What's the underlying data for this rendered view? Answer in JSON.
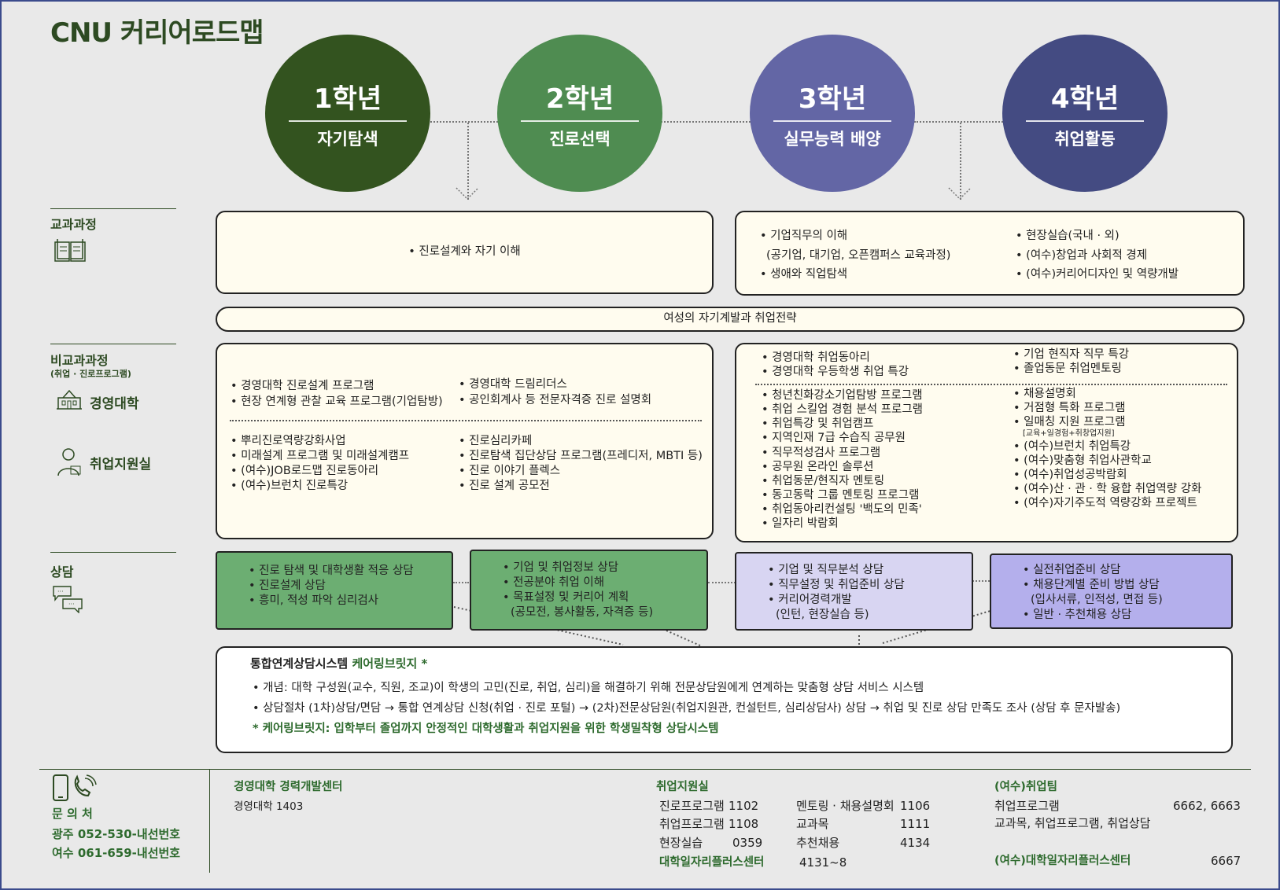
{
  "title": "CNU 커리어로드맵",
  "years": [
    {
      "year": "1학년",
      "theme": "자기탐색"
    },
    {
      "year": "2학년",
      "theme": "진로선택"
    },
    {
      "year": "3학년",
      "theme": "실무능력 배양"
    },
    {
      "year": "4학년",
      "theme": "취업활동"
    }
  ],
  "sections": {
    "curriculum": "교과과정",
    "extra": "비교과과정",
    "extra_sub": "(취업 · 진로프로그램)",
    "extra_college": "경영대학",
    "extra_center": "취업지원실",
    "counseling": "상담"
  },
  "curriculum": {
    "left": "• 진로설계와 자기 이해",
    "right_a": [
      "• 기업직무의 이해",
      "(공기업, 대기업, 오픈캠퍼스 교육과정)",
      "• 생애와 직업탐색"
    ],
    "right_b": [
      "• 현장실습(국내 · 외)",
      "• (여수)창업과 사회적 경제",
      "• (여수)커리어디자인 및 역량개발"
    ],
    "wide": "여성의 자기계발과 취업전략"
  },
  "extra_left": {
    "top_a": [
      "• 경영대학 진로설계 프로그램",
      "• 현장 연계형 관찰 교육 프로그램(기업탐방)"
    ],
    "top_b": [
      "• 경영대학 드림리더스",
      "• 공인회계사 등 전문자격증 진로 설명회"
    ],
    "bot_a": [
      "• 뿌리진로역량강화사업",
      "• 미래설계 프로그램 및 미래설계캠프",
      "• (여수)JOB로드맵 진로동아리",
      "• (여수)브런치 진로특강"
    ],
    "bot_b": [
      "• 진로심리카페",
      "• 진로탐색 집단상담 프로그램(프레디저, MBTI 등)",
      "• 진로 이야기 플렉스",
      "• 진로 설계 공모전"
    ]
  },
  "extra_right": {
    "top_a": [
      "• 경영대학 취업동아리",
      "• 경영대학 우등학생 취업 특강"
    ],
    "top_b": [
      "• 기업 현직자 직무 특강",
      "• 졸업동문 취업멘토링"
    ],
    "bot_a": [
      "• 청년친화강소기업탐방 프로그램",
      "• 취업 스킬업 경험 분석  프로그램",
      "• 취업특강 및 취업캠프",
      "• 지역인재 7급 수습직 공무원",
      "• 직무적성검사 프로그램",
      "• 공무원 온라인 솔루션",
      "• 취업동문/현직자 멘토링",
      "• 동고동락 그룹 멘토링 프로그램",
      "• 취업동아리컨설팅 '백도의 민족'",
      "• 일자리 박람회"
    ],
    "bot_b": [
      "• 채용설명회",
      "• 거점형 특화 프로그램",
      "• 일매칭 지원 프로그램"
    ],
    "bot_b_note": "[교육+일경험+취창업지원]",
    "bot_b2": [
      "• (여수)브런치 취업특강",
      "• (여수)맞춤형 취업사관학교",
      "• (여수)취업성공박람회",
      "• (여수)산 · 관 · 학 융합 취업역량 강화",
      "• (여수)자기주도적 역량강화 프로젝트"
    ]
  },
  "counseling": {
    "c1": [
      "• 진로 탐색 및 대학생활 적응 상담",
      "• 진로설계 상담",
      "• 흥미, 적성 파악 심리검사"
    ],
    "c2": [
      "• 기업 및 취업정보 상담",
      "• 전공분야 취업 이해",
      "• 목표설정 및 커리어 계획",
      "(공모전, 봉사활동, 자격증 등)"
    ],
    "c3": [
      "• 기업 및 직무분석 상담",
      "• 직무설정 및 취업준비 상담",
      "• 커리어경력개발",
      "(인턴, 현장실습 등)"
    ],
    "c4": [
      "• 실전취업준비 상담",
      "• 채용단계별 준비 방법 상담",
      "(입사서류, 인적성, 면접 등)",
      "• 일반 · 추천채용 상담"
    ]
  },
  "system": {
    "title_a": "통합연계상담시스템 ",
    "title_b": "케어링브릿지 *",
    "line1": "• 개념: 대학 구성원(교수, 직원, 조교)이 학생의 고민(진로, 취업, 심리)을 해결하기 위해 전문상담원에게 연계하는 맞춤형 상담 서비스 시스템",
    "line2": "• 상담절차 (1차)상담/면담 → 통합 연계상담 신청(취업 · 진로 포털) → (2차)전문상담원(취업지원관, 컨설턴트, 심리상담사) 상담 → 취업 및 진로 상담 만족도 조사 (상담 후 문자발송)",
    "line3": "* 케어링브릿지: 입학부터 졸업까지 안정적인 대학생활과 취업지원을 위한 학생밀착형 상담시스템"
  },
  "footer": {
    "contact_label": "문 의 처",
    "gwangju": "광주 052-530-내선번호",
    "yeosu": "여수 061-659-내선번호",
    "bcdc_title": "경영대학 경력개발센터",
    "bcdc_ext": "경영대학 1403",
    "center_title": "취업지원실",
    "center_rows": [
      {
        "label": "진로프로그램",
        "ext": "1102"
      },
      {
        "label": "취업프로그램",
        "ext": "1108"
      },
      {
        "label": "현장실습",
        "ext": "0359"
      }
    ],
    "center_rows2": [
      {
        "label": "멘토링 · 채용설명회",
        "ext": "1106"
      },
      {
        "label": "교과목",
        "ext": "1111"
      },
      {
        "label": "추천채용",
        "ext": "4134"
      }
    ],
    "plus_label": "대학일자리플러스센터",
    "plus_ext": "4131~8",
    "yeosu_title": "(여수)취업팀",
    "yeosu_prog": "취업프로그램",
    "yeosu_prog_ext": "6662, 6663",
    "yeosu_prog_sub": "교과목, 취업프로그램, 취업상담",
    "yeosu_plus": "(여수)대학일자리플러스센터",
    "yeosu_plus_ext": "6667"
  }
}
